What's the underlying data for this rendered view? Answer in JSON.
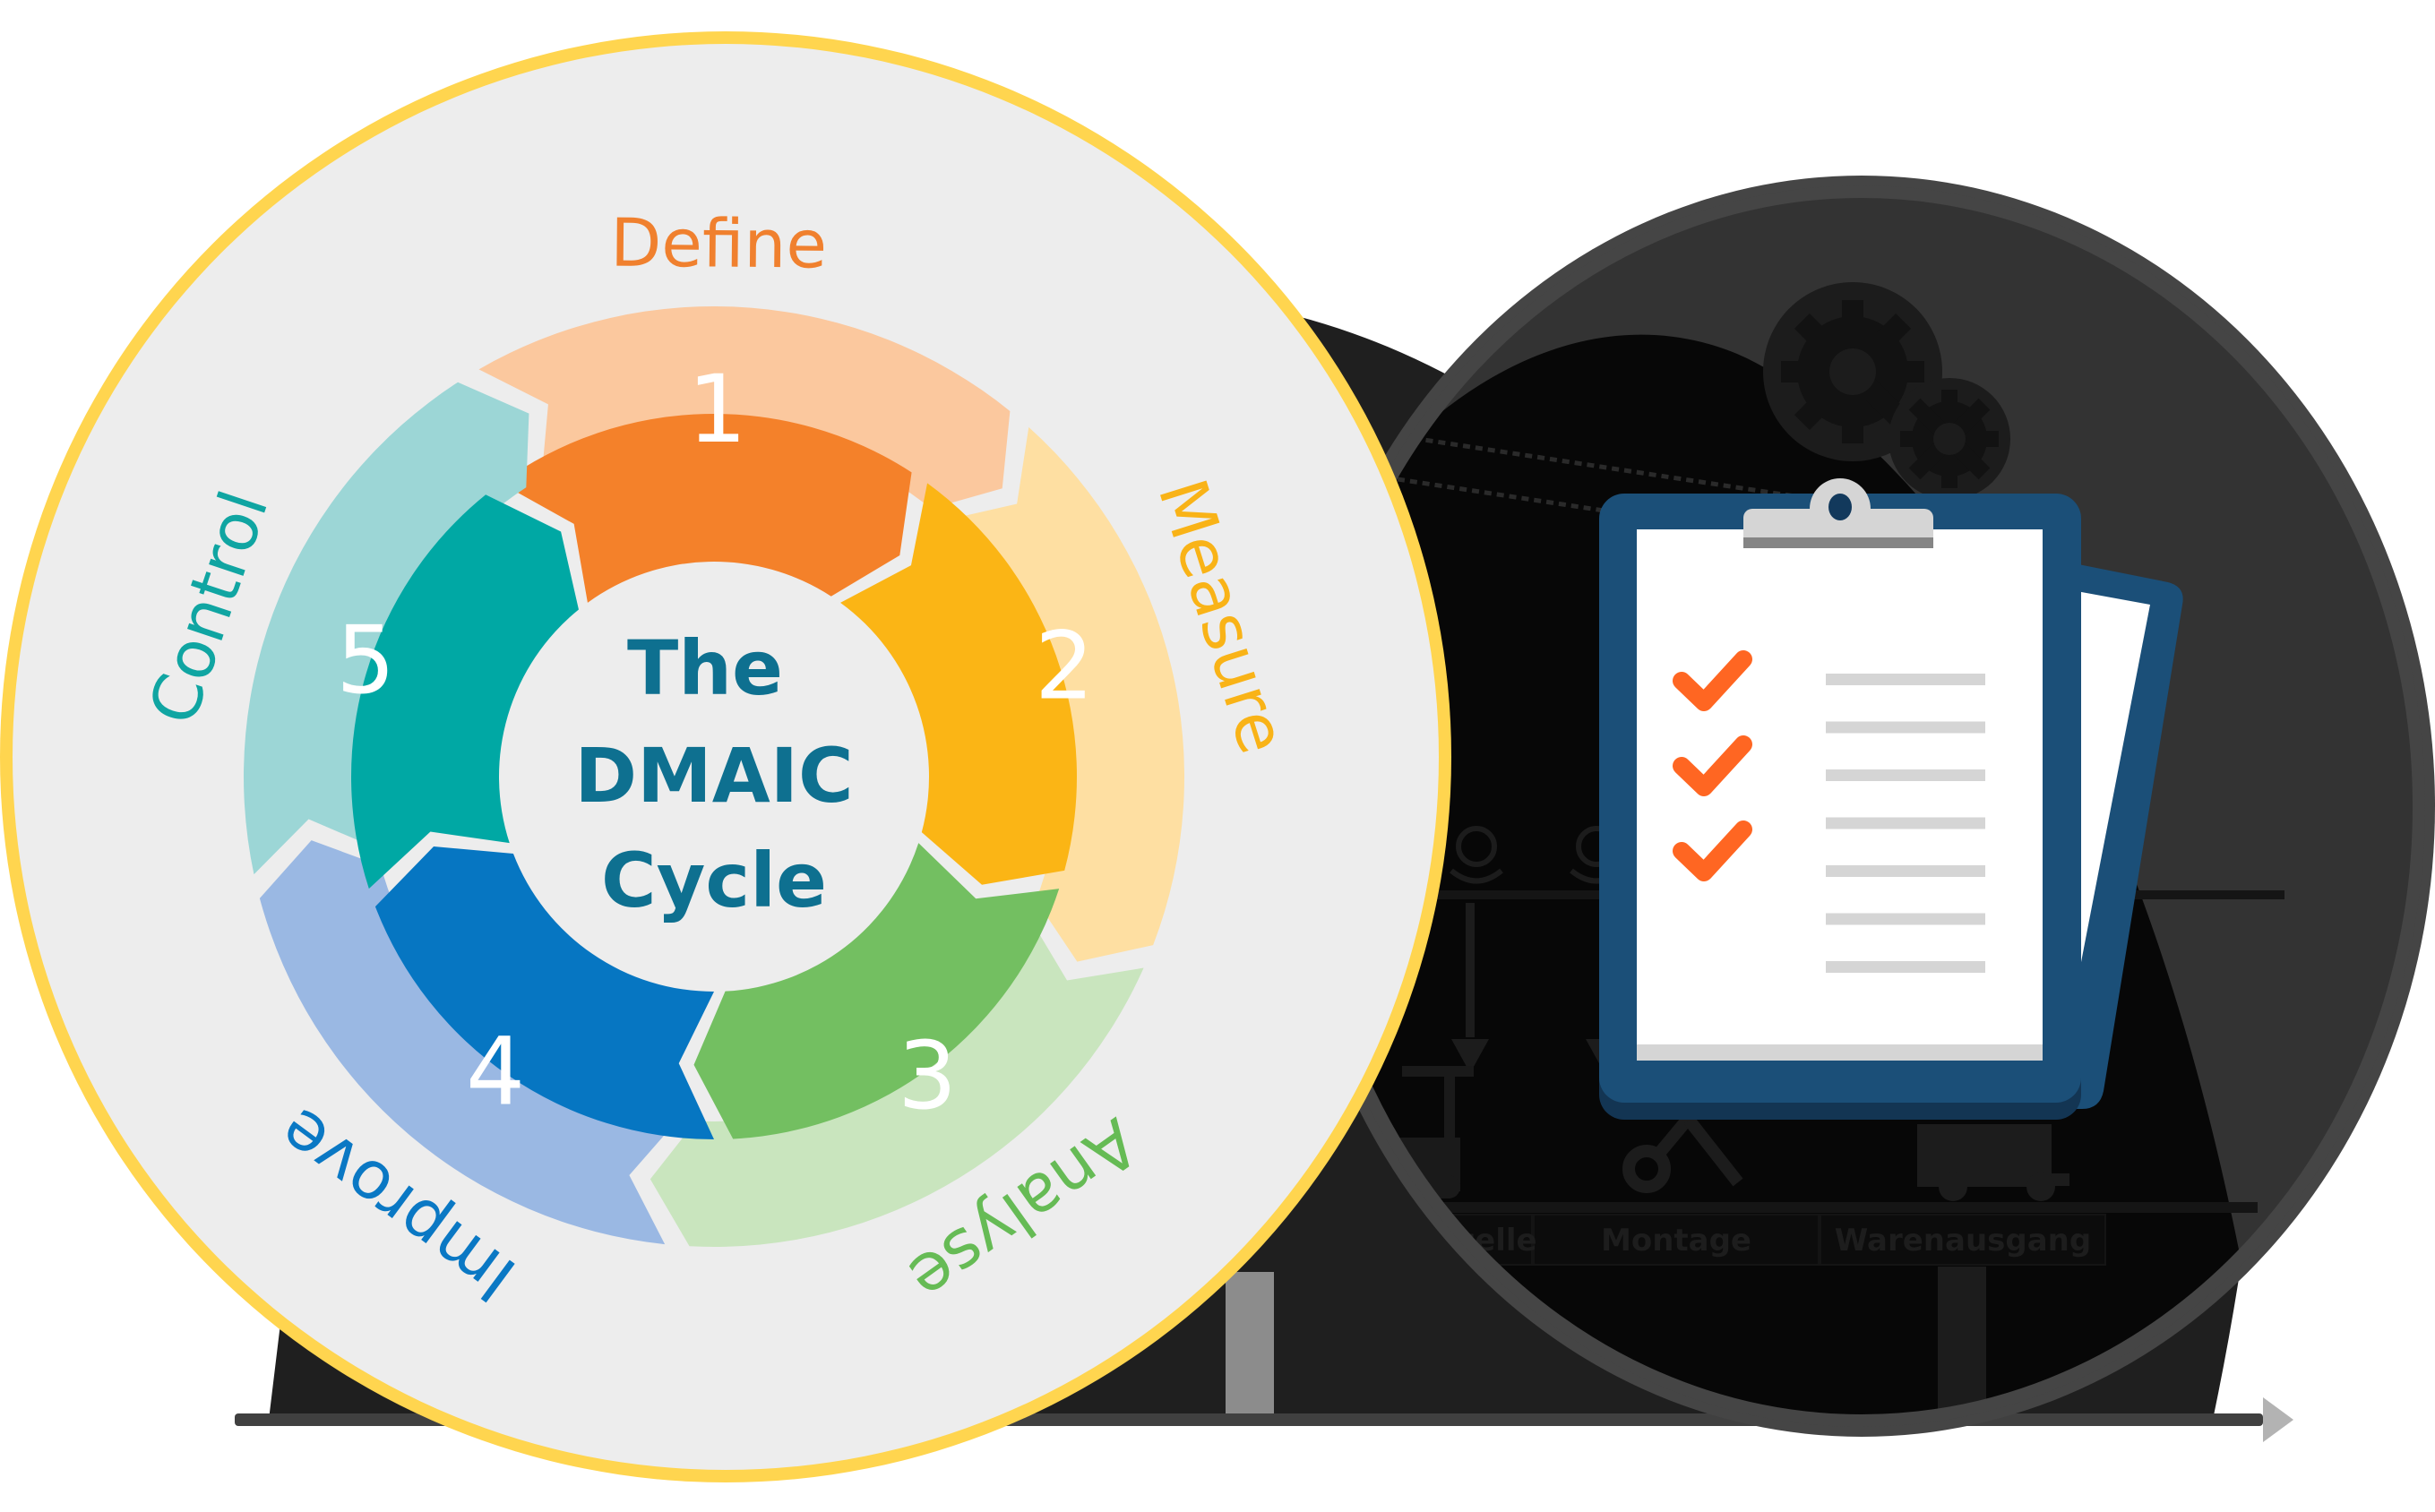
{
  "illustration": {
    "title_lines": [
      "The",
      "DMAIC",
      "Cycle"
    ],
    "steps": [
      {
        "number": "1",
        "label": "Define",
        "color": "#F4812A",
        "light": "#FBC89E",
        "text_color": "#F0802E"
      },
      {
        "number": "2",
        "label": "Measure",
        "color": "#FBB515",
        "light": "#FEDFA2",
        "text_color": "#F9B317"
      },
      {
        "number": "3",
        "label": "Analyse",
        "color": "#73BF61",
        "light": "#C9E5BE",
        "text_color": "#66BB55"
      },
      {
        "number": "4",
        "label": "Improve",
        "color": "#0676C2",
        "light": "#9AB8E3",
        "text_color": "#0A78C4"
      },
      {
        "number": "5",
        "label": "Control",
        "color": "#00A8A4",
        "light": "#9CD6D6",
        "text_color": "#10A5A2"
      }
    ],
    "colors": {
      "frame_yellow": "#FFD54F",
      "panel_bg": "#EDEDED",
      "title_teal": "#0E7090",
      "clipboard_blue": "#1B4F78",
      "check_orange": "#FF6622",
      "dark_bg": "#1F1F1F"
    }
  },
  "clipboard": {
    "checked_items": 3,
    "line_items": 7
  },
  "production_line": {
    "stations": [
      "Produktionszelle",
      "Montage",
      "Warenausgang"
    ]
  }
}
